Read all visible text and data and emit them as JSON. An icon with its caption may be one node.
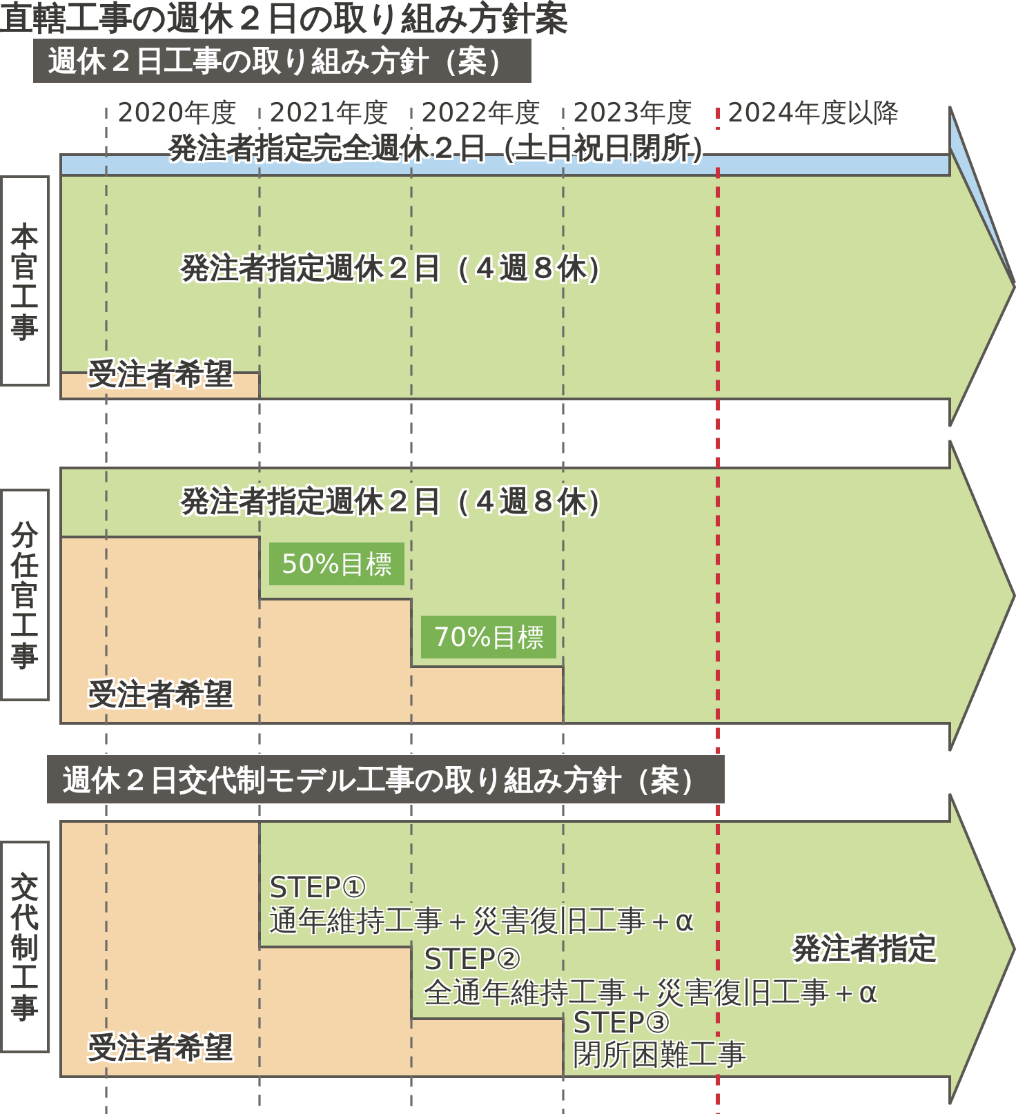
{
  "diagram": {
    "title": "直轄工事の週休２日の取り組み方針案",
    "nodes": [
      {
        "text": [
          "週休２日工事の取り組み方針（案）"
        ]
      },
      {
        "text": [
          "発注者指定完全週休２日（土日祝日閉所）"
        ]
      },
      {
        "text": [
          "本官工事"
        ]
      },
      {
        "text": [
          "発注者指定週休２日（４週８休）"
        ]
      },
      {
        "text": [
          "受注者希望"
        ],
        "in": 3
      },
      {
        "text": [
          "分任官工事"
        ]
      },
      {
        "text": [
          "発注者指定週休２日（４週８休）"
        ]
      },
      {
        "text": [
          "受注者希望"
        ],
        "in": 6
      },
      {
        "text": [
          "50%目標"
        ],
        "in": 6
      },
      {
        "text": [
          "70%目標"
        ],
        "in": 6
      },
      {
        "text": [
          "週休２日交代制モデル工事の取り組み方針（案）"
        ]
      },
      {
        "text": [
          "交代制工事"
        ]
      },
      {
        "text": [
          "STEP①",
          "通年維持工事＋災害復旧工事＋α",
          "STEP②",
          "全通年維持工事＋災害復旧工事＋α",
          "STEP③",
          "閉所困難工事",
          "発注者指定"
        ]
      },
      {
        "text": [
          "受注者希望"
        ],
        "in": 12
      }
    ],
    "labels": [
      "2020年度",
      "2021年度",
      "2022年度",
      "2023年度",
      "2024年度以降"
    ]
  }
}
